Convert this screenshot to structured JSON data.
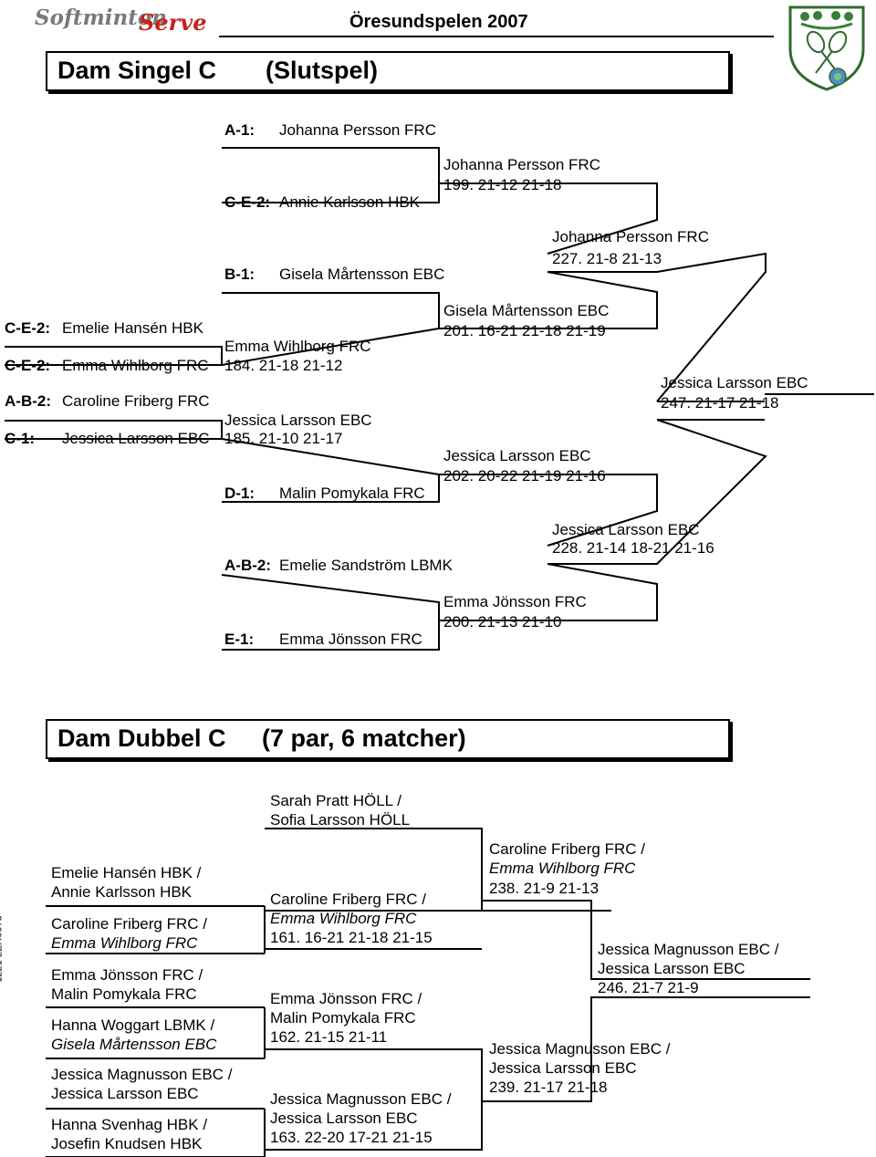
{
  "header": {
    "logo_soft": "Softminton",
    "logo_serve": "Serve",
    "tournament": "Öresundspelen 2007",
    "side_code": "1221   LEH0073"
  },
  "singles": {
    "title": "Dam Singel C",
    "subtitle": "(Slutspel)",
    "entries": [
      {
        "seed": "A-1:",
        "name": "Johanna Persson FRC"
      },
      {
        "seed": "C-E-2:",
        "name": "Annie Karlsson HBK"
      },
      {
        "seed": "B-1:",
        "name": "Gisela Mårtensson EBC"
      },
      {
        "seed": "C-E-2:",
        "name": "Emelie Hansén HBK"
      },
      {
        "seed": "C-E-2:",
        "name": "Emma Wihlborg FRC"
      },
      {
        "seed": "A-B-2:",
        "name": "Caroline Friberg FRC"
      },
      {
        "seed": "C-1:",
        "name": "Jessica Larsson EBC"
      },
      {
        "seed": "D-1:",
        "name": "Malin Pomykala FRC"
      },
      {
        "seed": "A-B-2:",
        "name": "Emelie Sandström LBMK"
      },
      {
        "seed": "E-1:",
        "name": "Emma Jönsson FRC"
      }
    ],
    "matches": [
      {
        "winner": "Emma Wihlborg FRC",
        "score": "184.  21-18 21-12"
      },
      {
        "winner": "Jessica Larsson EBC",
        "score": "185.  21-10 21-17"
      },
      {
        "winner": "Johanna Persson FRC",
        "score": "199.  21-12 21-18"
      },
      {
        "winner": "Gisela Mårtensson EBC",
        "score": "201.  16-21 21-18 21-19"
      },
      {
        "winner": "Jessica Larsson EBC",
        "score": "202.  20-22 21-19 21-16"
      },
      {
        "winner": "Emma Jönsson FRC",
        "score": "200.  21-13 21-10"
      },
      {
        "winner": "Johanna Persson FRC",
        "score": "227.  21-8   21-13"
      },
      {
        "winner": "Jessica Larsson EBC",
        "score": "228.  21-14 18-21 21-16"
      },
      {
        "winner": "Jessica Larsson EBC",
        "score": "247.  21-17 21-18"
      }
    ]
  },
  "doubles": {
    "title": "Dam Dubbel C",
    "subtitle": "(7 par,  6 matcher)",
    "bye_pair": [
      "Sarah Pratt HÖLL /",
      "Sofia Larsson HÖLL"
    ],
    "pairs": [
      [
        "Emelie Hansén HBK /",
        "Annie Karlsson HBK"
      ],
      [
        "Caroline Friberg FRC /",
        "Emma Wihlborg FRC"
      ],
      [
        "Emma Jönsson FRC /",
        "Malin Pomykala FRC"
      ],
      [
        "Hanna Woggart LBMK /",
        "Gisela Mårtensson EBC"
      ],
      [
        "Jessica Magnusson EBC /",
        "Jessica Larsson EBC"
      ],
      [
        "Hanna Svenhag HBK /",
        "Josefin Knudsen HBK"
      ]
    ],
    "matches": [
      {
        "line1": "Caroline Friberg FRC /",
        "line2": "Emma Wihlborg FRC",
        "score": "161.  16-21 21-18 21-15"
      },
      {
        "line1": "Emma Jönsson FRC /",
        "line2": "Malin Pomykala FRC",
        "score": "162.  21-15 21-11"
      },
      {
        "line1": "Jessica Magnusson EBC /",
        "line2": "Jessica Larsson EBC",
        "score": "163.  22-20 17-21 21-15"
      },
      {
        "line1": "Caroline Friberg FRC /",
        "line2": "Emma Wihlborg FRC",
        "score": "238.  21-9   21-13"
      },
      {
        "line1": "Jessica Magnusson EBC /",
        "line2": "Jessica Larsson EBC",
        "score": "239.  21-17 21-18"
      },
      {
        "line1": "Jessica Magnusson EBC /",
        "line2": "Jessica Larsson EBC",
        "score": "246.  21-7   21-9"
      }
    ]
  }
}
